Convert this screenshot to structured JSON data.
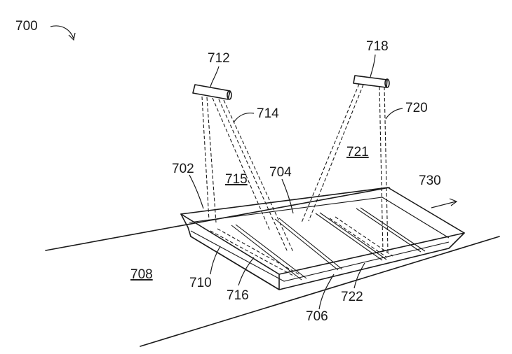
{
  "figure": {
    "labels": {
      "l700": "700",
      "l712": "712",
      "l718": "718",
      "l714": "714",
      "l720": "720",
      "l702": "702",
      "l715": "715",
      "l704": "704",
      "l721": "721",
      "l730": "730",
      "l708": "708",
      "l710": "710",
      "l716": "716",
      "l706": "706",
      "l722": "722"
    }
  }
}
